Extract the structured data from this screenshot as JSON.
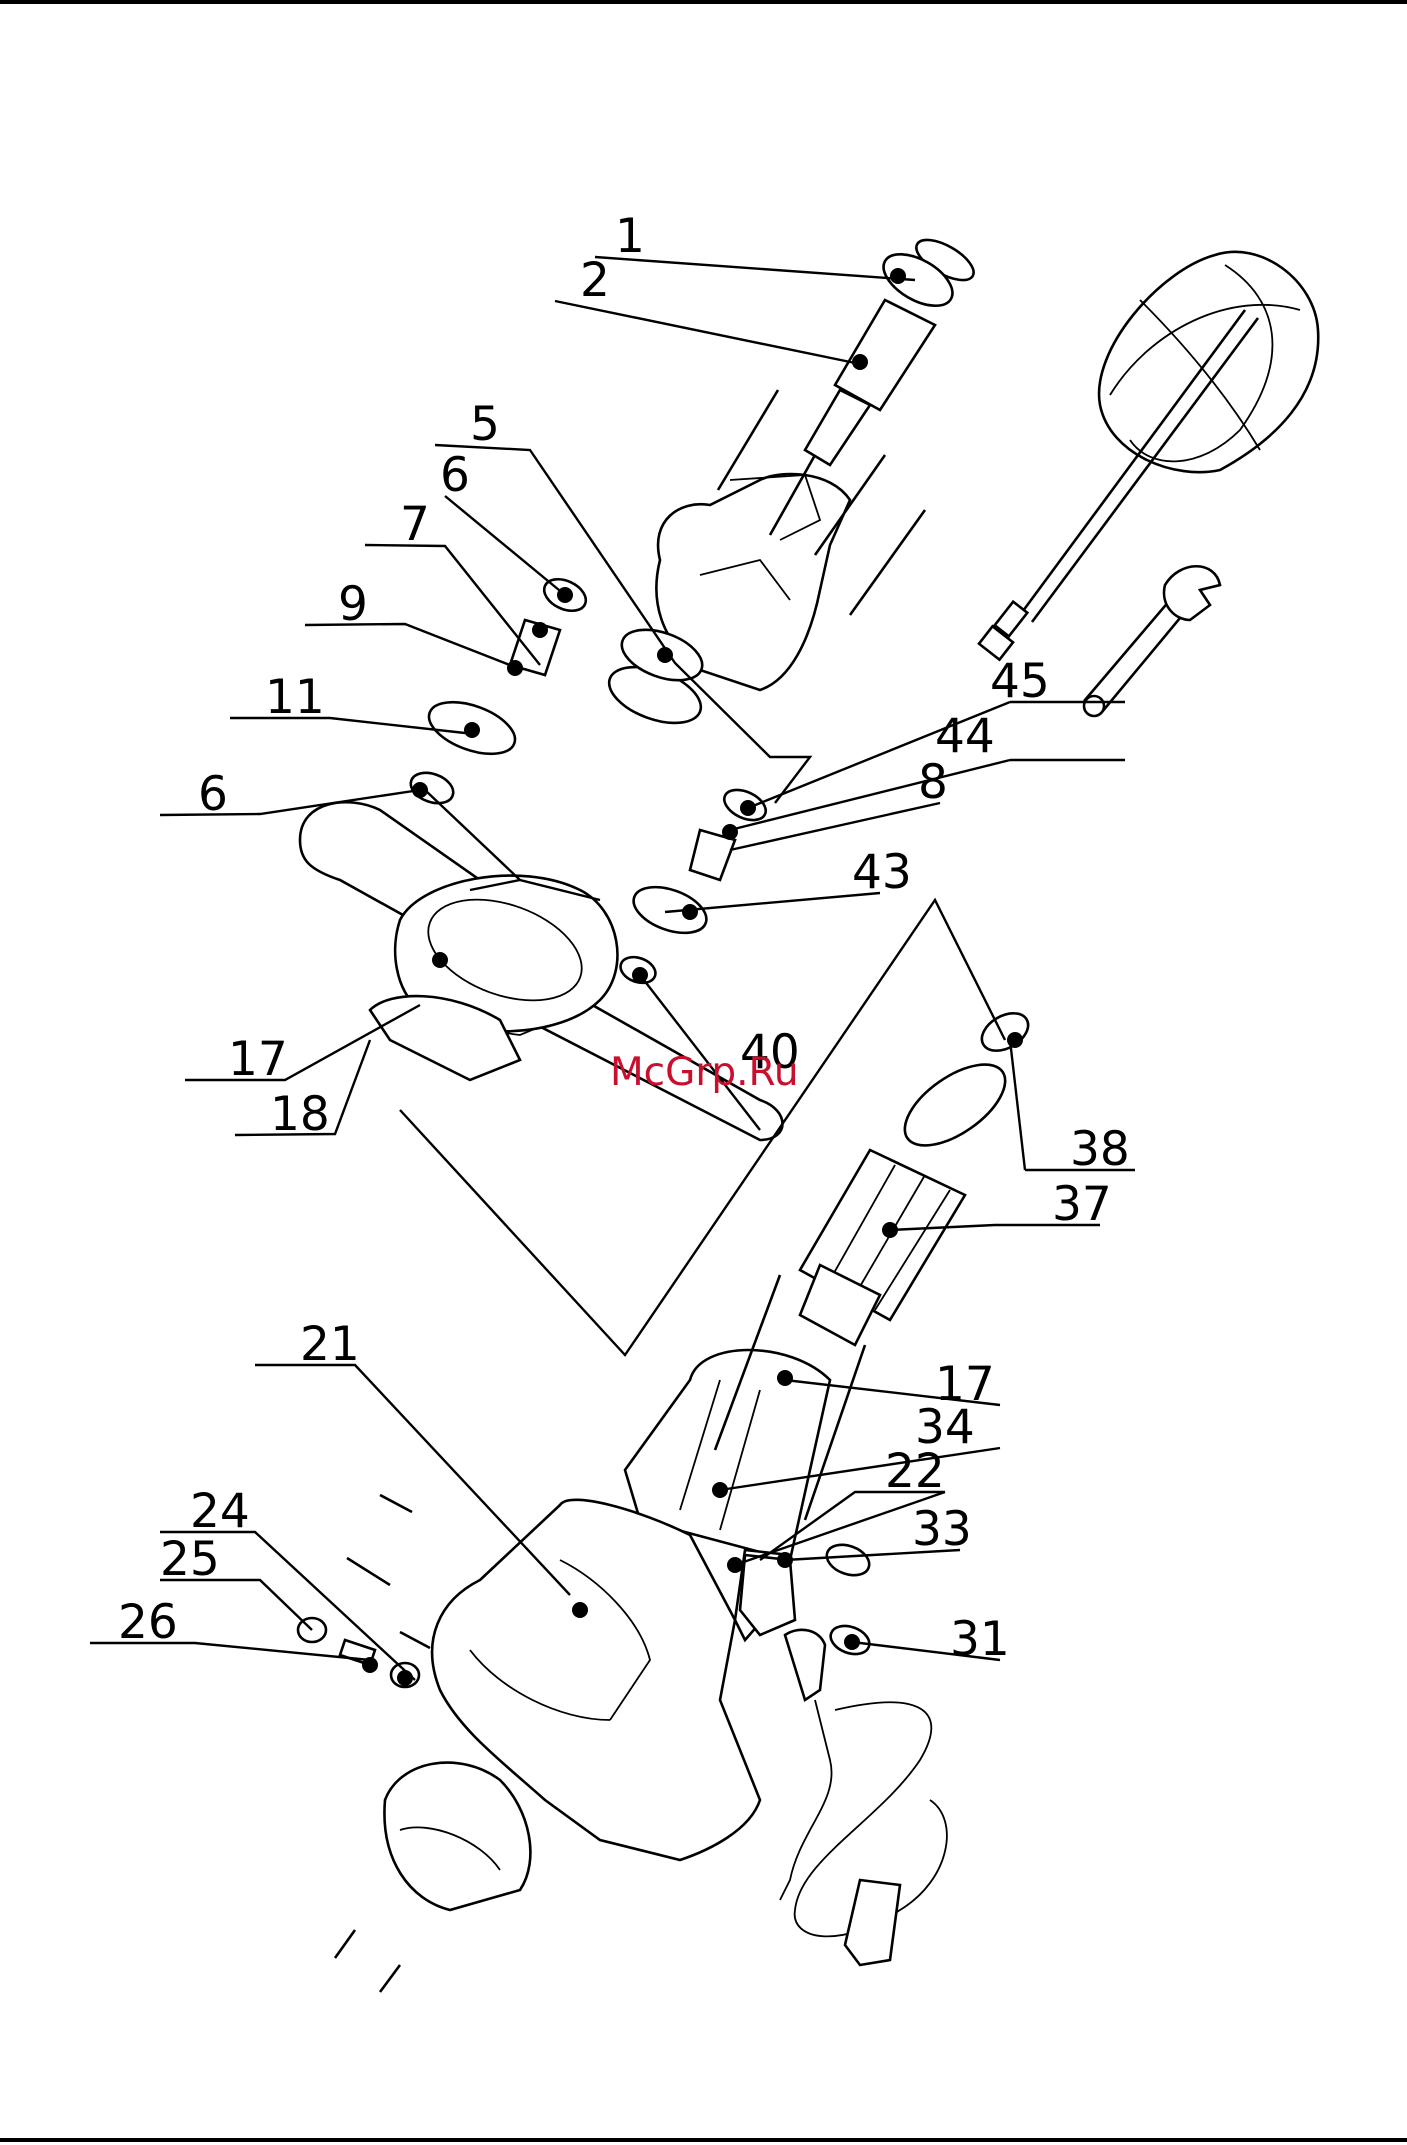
{
  "watermark": {
    "text": "McGrp.Ru",
    "color": "#c8102e"
  },
  "colors": {
    "line": "#000000",
    "background": "#ffffff"
  },
  "callouts": [
    {
      "id": "c-1",
      "label": "1"
    },
    {
      "id": "c-2",
      "label": "2"
    },
    {
      "id": "c-5",
      "label": "5"
    },
    {
      "id": "c-6a",
      "label": "6"
    },
    {
      "id": "c-7",
      "label": "7"
    },
    {
      "id": "c-9",
      "label": "9"
    },
    {
      "id": "c-11",
      "label": "11"
    },
    {
      "id": "c-6b",
      "label": "6"
    },
    {
      "id": "c-45",
      "label": "45"
    },
    {
      "id": "c-44",
      "label": "44"
    },
    {
      "id": "c-8",
      "label": "8"
    },
    {
      "id": "c-43",
      "label": "43"
    },
    {
      "id": "c-17a",
      "label": "17"
    },
    {
      "id": "c-18",
      "label": "18"
    },
    {
      "id": "c-40",
      "label": "40"
    },
    {
      "id": "c-38",
      "label": "38"
    },
    {
      "id": "c-37",
      "label": "37"
    },
    {
      "id": "c-21",
      "label": "21"
    },
    {
      "id": "c-17b",
      "label": "17"
    },
    {
      "id": "c-34",
      "label": "34"
    },
    {
      "id": "c-22",
      "label": "22"
    },
    {
      "id": "c-24",
      "label": "24"
    },
    {
      "id": "c-33",
      "label": "33"
    },
    {
      "id": "c-25",
      "label": "25"
    },
    {
      "id": "c-31",
      "label": "31"
    },
    {
      "id": "c-26",
      "label": "26"
    }
  ]
}
